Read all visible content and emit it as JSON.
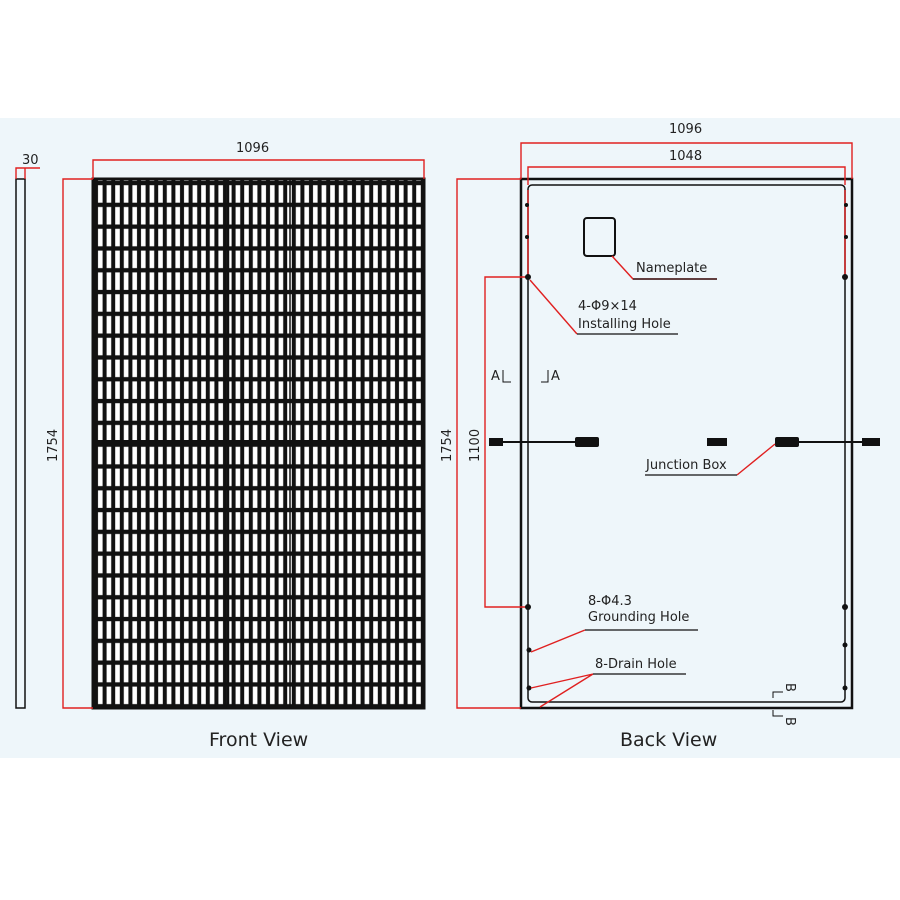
{
  "side_view": {
    "thickness_label": "30"
  },
  "front_view": {
    "title": "Front View",
    "width_label": "1096",
    "height_label": "1754"
  },
  "back_view": {
    "title": "Back View",
    "outer_width_label": "1096",
    "inner_width_label": "1048",
    "height_label": "1754",
    "mount_spacing_label": "1100",
    "nameplate_label": "Nameplate",
    "installing_hole_spec": "4-Φ9×14",
    "installing_hole_label": "Installing Hole",
    "junction_box_label": "Junction Box",
    "grounding_hole_spec": "8-Φ4.3",
    "grounding_hole_label": "Grounding Hole",
    "drain_hole_label": "8-Drain Hole",
    "section_a_left": "A",
    "section_a_right": "A",
    "section_b_top": "B",
    "section_b_bottom": "B"
  },
  "colors": {
    "dimension": "#e02020",
    "background": "#eef6fa",
    "outline": "#111111"
  }
}
